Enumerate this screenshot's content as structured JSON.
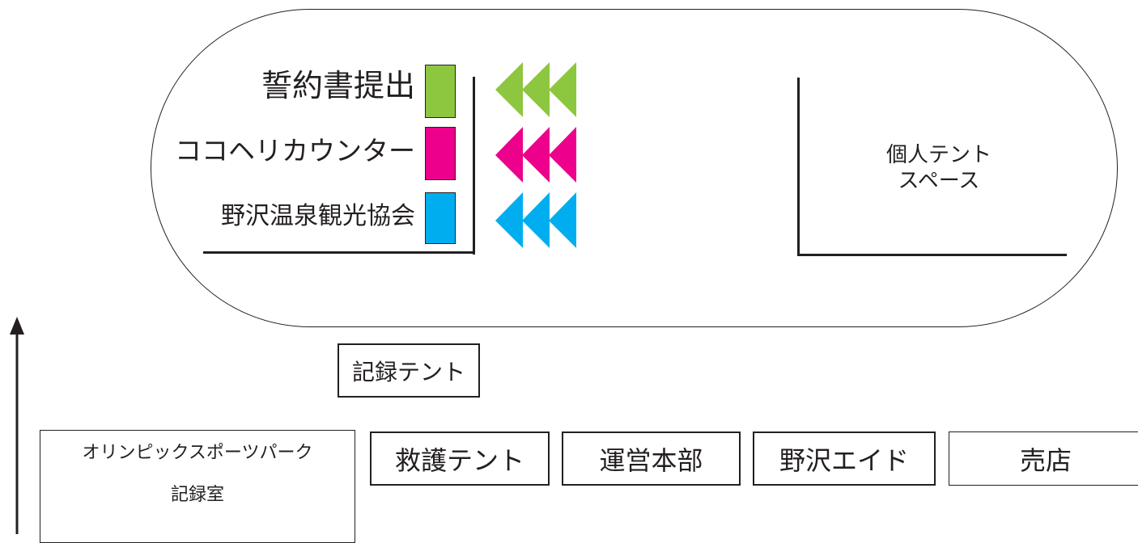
{
  "oval_zone": {
    "legend": [
      {
        "label": "誓約書提出",
        "color": "#8dc63f"
      },
      {
        "label": "ココヘリカウンター",
        "color": "#ec008c"
      },
      {
        "label": "野沢温泉観光協会",
        "color": "#00aeef"
      }
    ],
    "tent_space": {
      "line1": "個人テント",
      "line2": "スペース"
    }
  },
  "record_tent": "記録テント",
  "bottom_row": {
    "record_room": {
      "line1": "オリンピックスポーツパーク",
      "line2": "記録室"
    },
    "rescue_tent": "救護テント",
    "hq": "運営本部",
    "aid": "野沢エイド",
    "shop": "売店"
  },
  "colors": {
    "green": "#8dc63f",
    "magenta": "#ec008c",
    "cyan": "#00aeef",
    "ink": "#231f20"
  }
}
